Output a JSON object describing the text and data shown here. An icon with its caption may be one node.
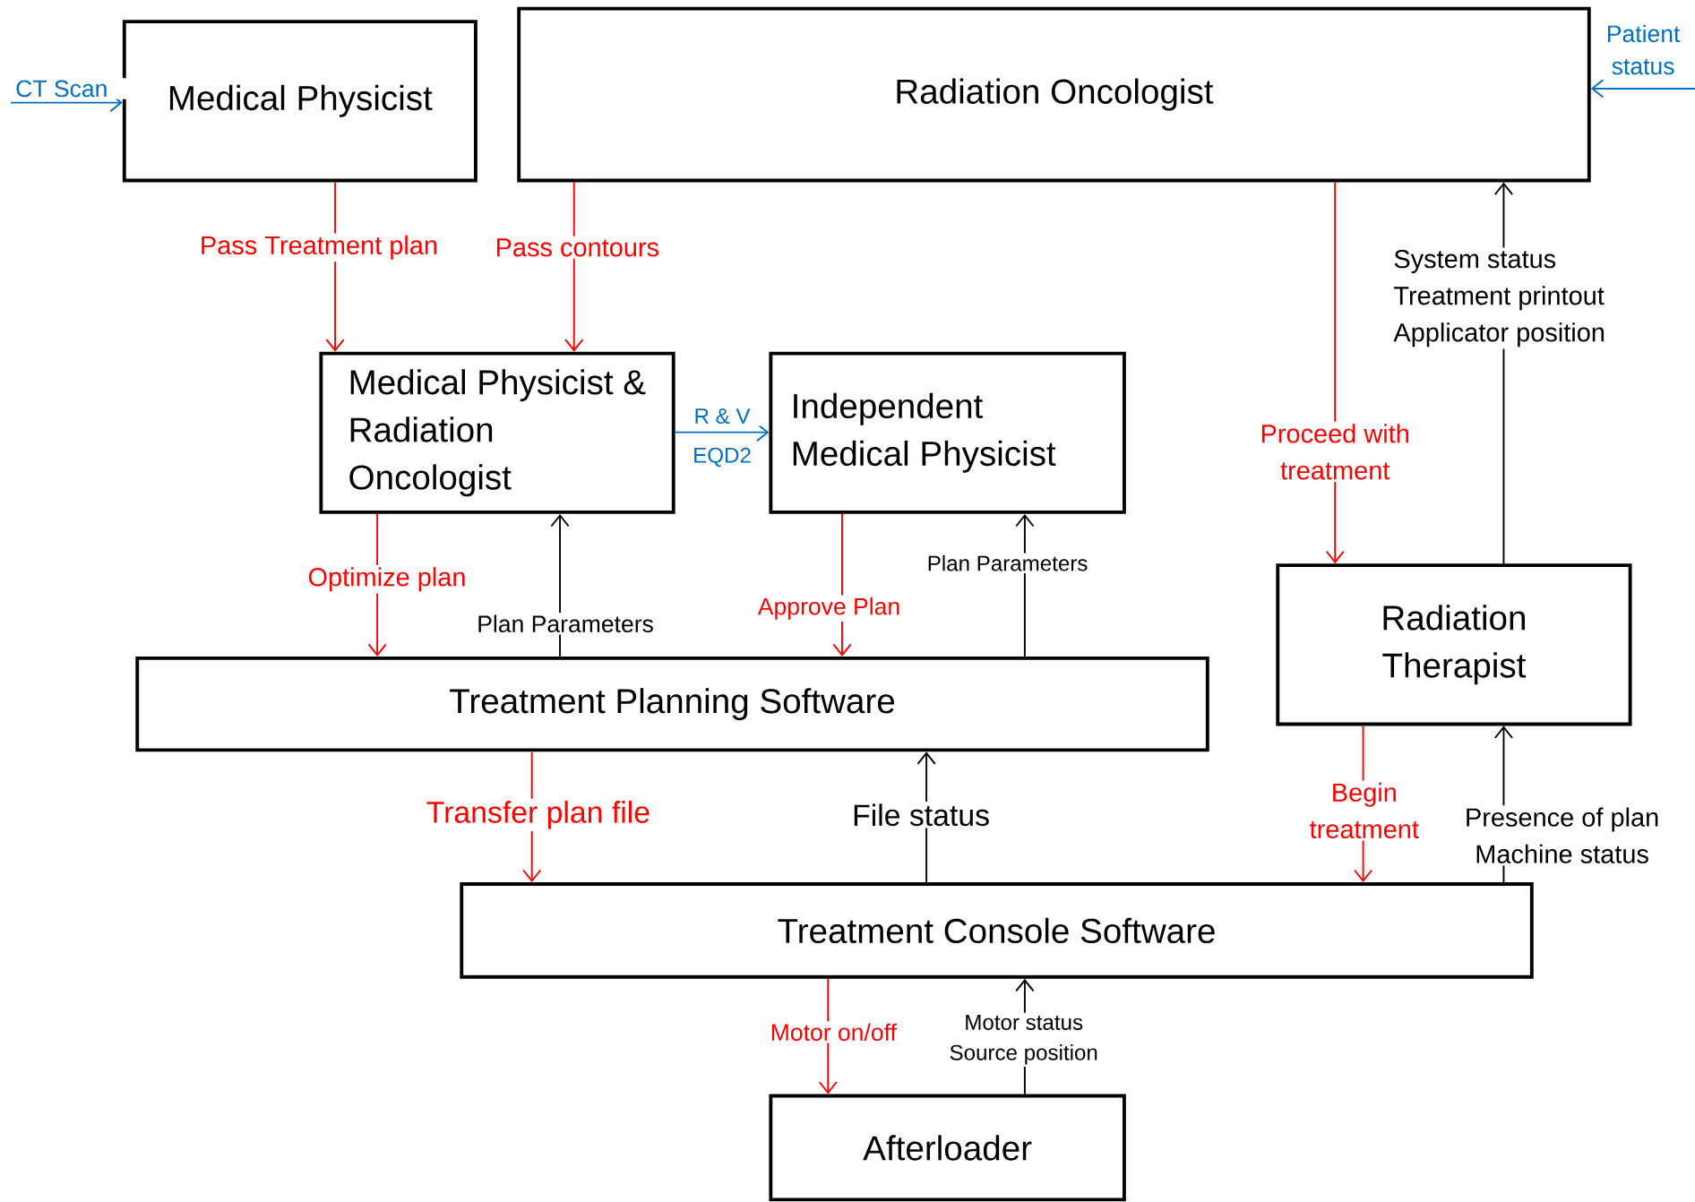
{
  "diagram": {
    "nodes": [
      {
        "text": [
          "Medical Physicist"
        ]
      },
      {
        "text": [
          "Radiation Oncologist"
        ]
      },
      {
        "text": [
          "Medical Physicist & Radiation Oncologist"
        ]
      },
      {
        "text": [
          "Independent Medical Physicist"
        ]
      },
      {
        "text": [
          "Radiation Therapist"
        ]
      },
      {
        "text": [
          "Treatment Planning Software"
        ]
      },
      {
        "text": [
          "Treatment Console Software"
        ]
      },
      {
        "text": [
          "Afterloader"
        ]
      }
    ],
    "edges": [
      {
        "from": null,
        "to": 0,
        "arrow": "to",
        "label": "CT Scan",
        "color": "#0070c0"
      },
      {
        "from": null,
        "to": 1,
        "arrow": "to",
        "label": "Patient status",
        "color": "#0070c0"
      },
      {
        "from": 0,
        "to": 2,
        "arrow": "to",
        "label": "Pass Treatment plan"
      },
      {
        "from": 1,
        "to": 2,
        "arrow": "to",
        "label": "Pass contours"
      },
      {
        "from": 2,
        "to": 3,
        "arrow": "to",
        "label": "R & V",
        "color": "#0070c0"
      },
      {
        "from": 1,
        "to": 4,
        "arrow": "to",
        "label": "Proceed with treatment"
      },
      {
        "from": 4,
        "to": 1,
        "arrow": "to",
        "label": "System status Treatment printout Applicator position",
        "color": "#000000"
      },
      {
        "from": 2,
        "to": 5,
        "arrow": "to",
        "label": "Optimize plan"
      },
      {
        "from": 5,
        "to": 2,
        "arrow": "to",
        "label": "Plan Parameters",
        "color": "#000000"
      },
      {
        "from": 3,
        "to": 5,
        "arrow": "to",
        "label": "Approve Plan"
      },
      {
        "from": 5,
        "to": 3,
        "arrow": "to",
        "label": "Plan Parameters",
        "color": "#000000"
      },
      {
        "from": 5,
        "to": 6,
        "arrow": "to",
        "label": "Transfer plan file"
      },
      {
        "from": 6,
        "to": 5,
        "arrow": "to",
        "label": "File status",
        "color": "#000000"
      },
      {
        "from": 4,
        "to": 6,
        "arrow": "to",
        "label": "Begin treatment"
      },
      {
        "from": 6,
        "to": 4,
        "arrow": "to",
        "label": "Presence of plan Machine status",
        "color": "#000000"
      },
      {
        "from": 6,
        "to": 7,
        "arrow": "to",
        "label": "Motor on/off"
      },
      {
        "from": 7,
        "to": 6,
        "arrow": "to",
        "label": "Motor status Source position",
        "color": "#000000"
      }
    ],
    "labels": [
      "EQD2"
    ]
  }
}
